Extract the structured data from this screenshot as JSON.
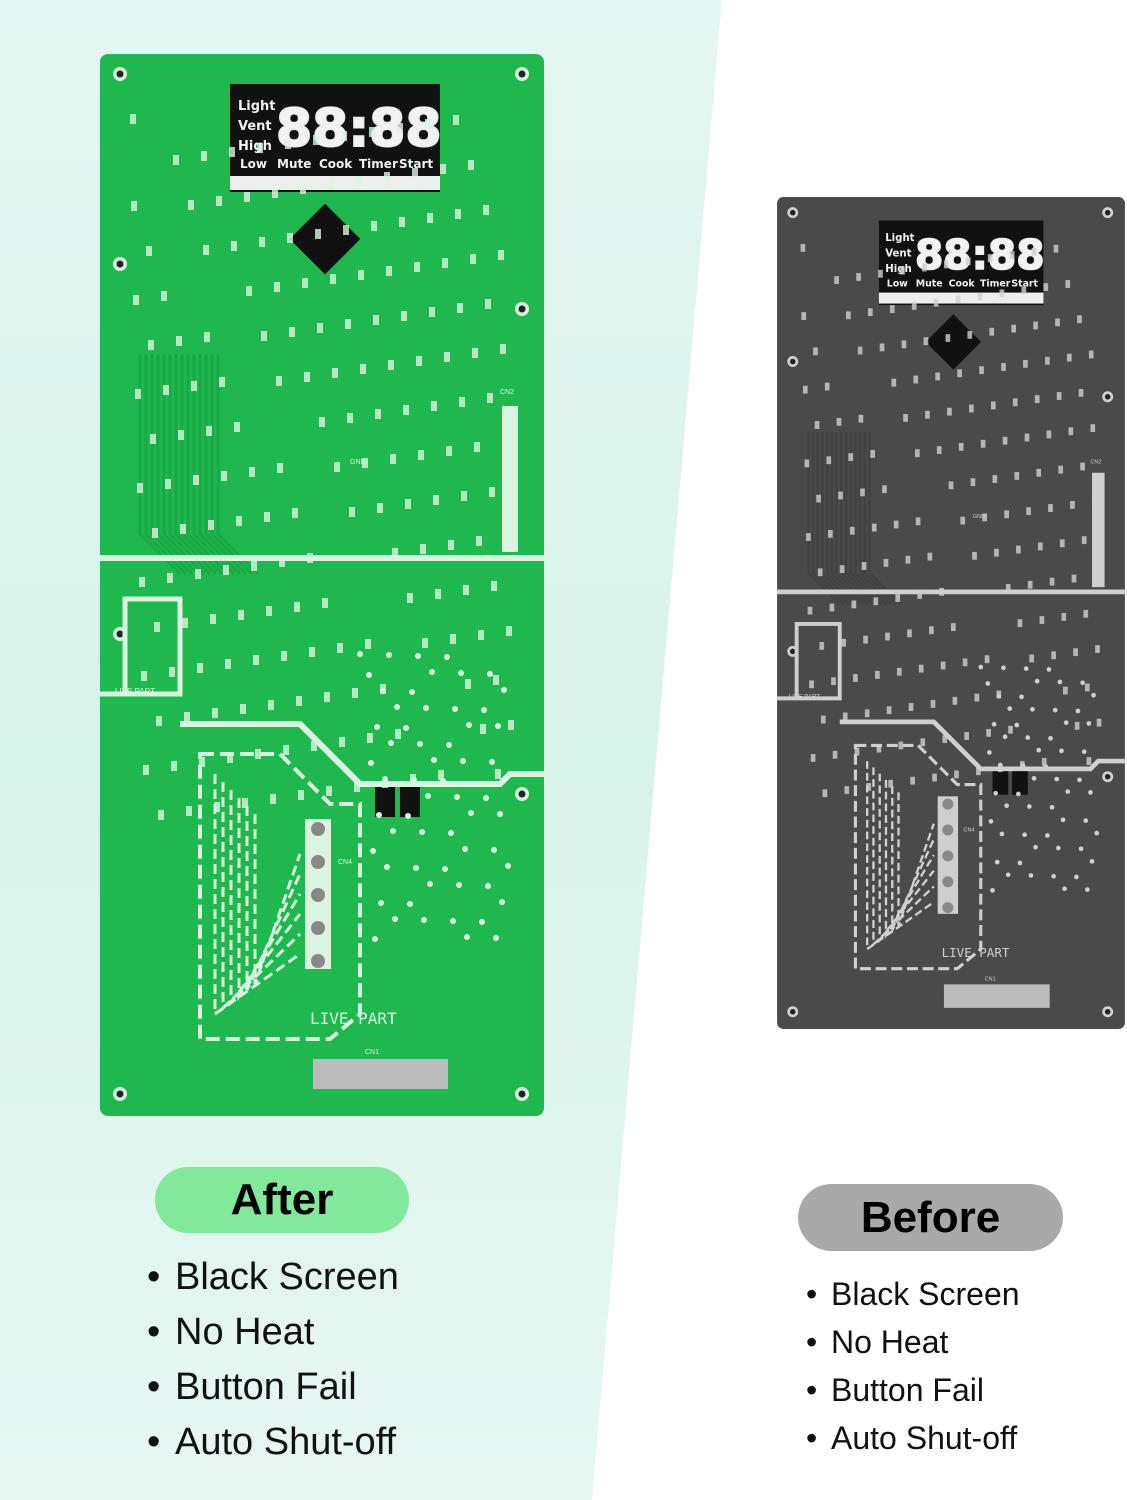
{
  "after": {
    "label": "After",
    "items": [
      "Black Screen",
      "No Heat",
      "Button Fail",
      "Auto Shut-off"
    ],
    "board_color": "#1fb84e",
    "pill_color": "#82e99c"
  },
  "before": {
    "label": "Before",
    "items": [
      "Black Screen",
      "No Heat",
      "Button Fail",
      "Auto Shut-off"
    ],
    "board_color": "#4a4a4a",
    "pill_color": "#a9a9a9"
  },
  "display": {
    "left_labels": [
      "Light",
      "Vent",
      "High"
    ],
    "bottom_labels": [
      "Low",
      "Mute",
      "Cook",
      "Timer",
      "Start"
    ],
    "digits": "88:88"
  },
  "board_silkscreen": {
    "live_part": "LIVE PART",
    "gnd": "GND",
    "cn1": "CN1",
    "cn2": "CN2",
    "cn4": "CN4"
  }
}
